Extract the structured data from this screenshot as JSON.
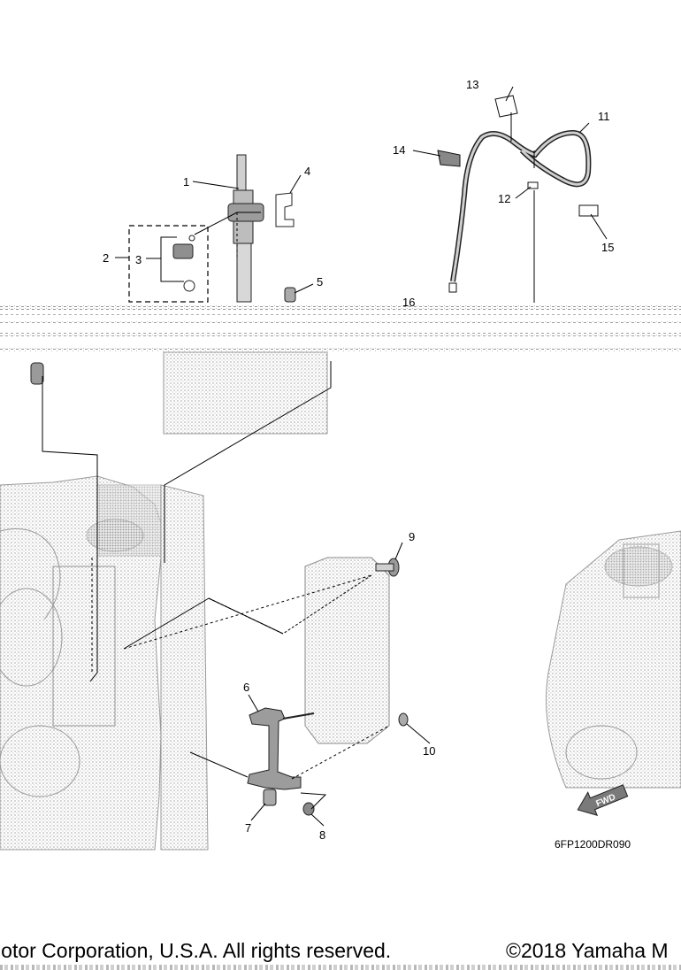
{
  "diagram": {
    "callouts": [
      "1",
      "2",
      "3",
      "4",
      "5",
      "6",
      "7",
      "8",
      "9",
      "10",
      "11",
      "12",
      "13",
      "14",
      "15",
      "16"
    ],
    "drawing_code": "6FP1200DR090",
    "fwd_label": "FWD"
  },
  "footer": {
    "left_text": "Motor Corporation, U.S.A. All rights reserved.",
    "right_text": "©2018 Yamaha M"
  }
}
